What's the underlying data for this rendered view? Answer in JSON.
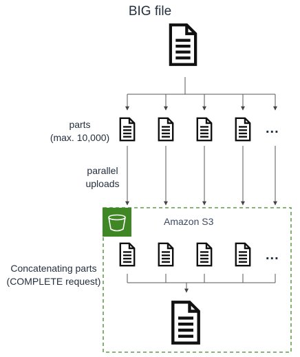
{
  "title": "BIG file",
  "parts_label": [
    "parts",
    "(max. 10,000)"
  ],
  "upload_label": [
    "parallel",
    "uploads"
  ],
  "concat_label": [
    "Concatenating parts",
    "(COMPLETE request)"
  ],
  "s3_label": "Amazon S3",
  "ellipsis": "...",
  "colors": {
    "s3_green": "#3f8624",
    "dash_border": "#3f8624",
    "line": "#555555",
    "icon": "#111111"
  },
  "icons": {
    "big_file": "document-icon",
    "parts": "document-icon",
    "s3": "s3-bucket-icon"
  }
}
